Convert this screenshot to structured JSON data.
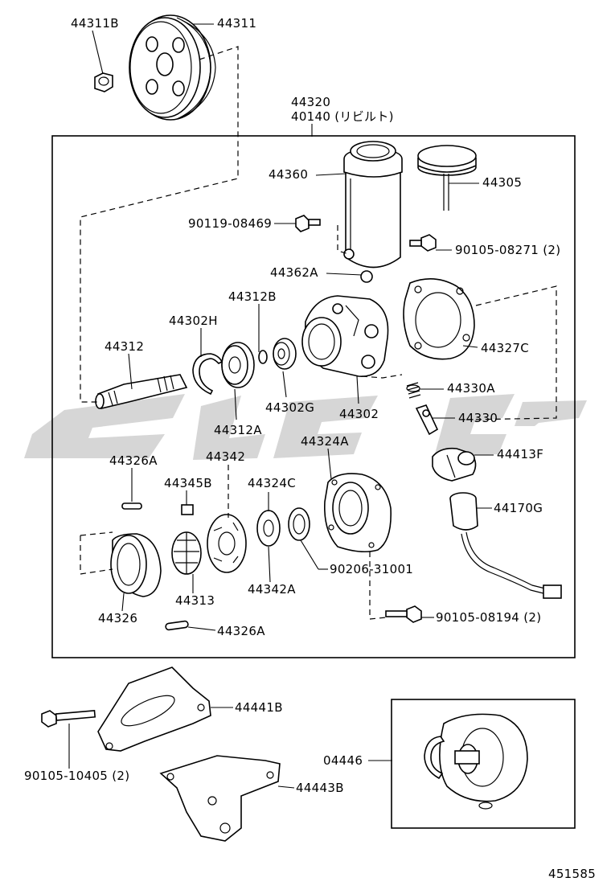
{
  "parts": {
    "p44311B": "44311B",
    "p44311": "44311",
    "p44320": "44320",
    "p40140": "40140 (リビルト)",
    "p44360": "44360",
    "p44305": "44305",
    "p90119_08469": "90119-08469",
    "p90105_08271": "90105-08271 (2)",
    "p44362A": "44362A",
    "p44312B": "44312B",
    "p44302H": "44302H",
    "p44312": "44312",
    "p44327C": "44327C",
    "p44330A": "44330A",
    "p44330": "44330",
    "p44302G": "44302G",
    "p44302": "44302",
    "p44312A": "44312A",
    "p44324A": "44324A",
    "p44413F": "44413F",
    "p44326A_top": "44326A",
    "p44342": "44342",
    "p44345B": "44345B",
    "p44324C": "44324C",
    "p44170G": "44170G",
    "p90206_31001": "90206-31001",
    "p44326": "44326",
    "p44313": "44313",
    "p44342A": "44342A",
    "p90105_08194": "90105-08194 (2)",
    "p44326A_bottom": "44326A",
    "p44441B": "44441B",
    "p90105_10405": "90105-10405 (2)",
    "p04446": "04446",
    "p44443B": "44443B"
  },
  "figure_number": "451585",
  "colors": {
    "line": "#000000",
    "background": "#ffffff",
    "watermark": "#c8c8c8"
  }
}
